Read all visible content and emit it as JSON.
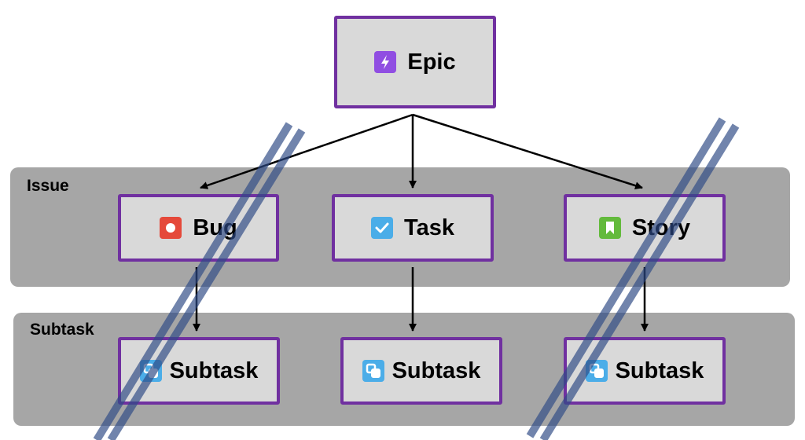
{
  "bands": {
    "issue": {
      "label": "Issue"
    },
    "subtask": {
      "label": "Subtask"
    }
  },
  "nodes": {
    "epic": {
      "label": "Epic",
      "icon": "lightning-icon",
      "icon_color": "#904ee2"
    },
    "bug": {
      "label": "Bug",
      "icon": "bug-icon",
      "icon_color": "#e5493a"
    },
    "task": {
      "label": "Task",
      "icon": "checkmark-icon",
      "icon_color": "#4bade8"
    },
    "story": {
      "label": "Story",
      "icon": "bookmark-icon",
      "icon_color": "#63ba3c"
    },
    "subtask_bug": {
      "label": "Subtask",
      "icon": "subtask-icon",
      "icon_color": "#4bade8"
    },
    "subtask_task": {
      "label": "Subtask",
      "icon": "subtask-icon",
      "icon_color": "#4bade8"
    },
    "subtask_story": {
      "label": "Subtask",
      "icon": "subtask-icon",
      "icon_color": "#4bade8"
    }
  },
  "colors": {
    "node_border": "#7030a0",
    "node_fill": "#d9d9d9",
    "band_fill": "#a6a6a6",
    "strike": "#2f4b86"
  }
}
